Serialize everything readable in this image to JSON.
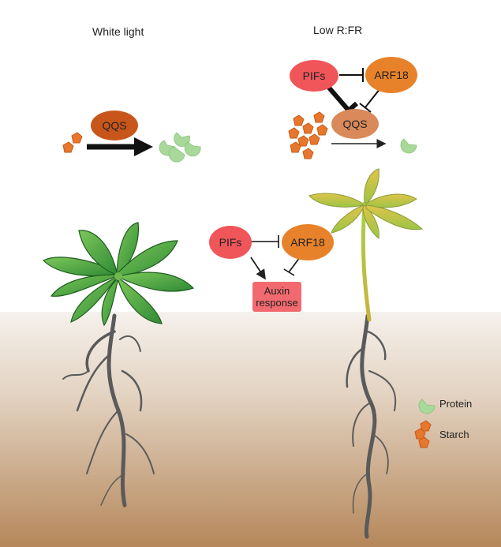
{
  "headers": {
    "left": "White light",
    "right": "Low R:FR"
  },
  "nodes": {
    "qqs_left": "QQS",
    "pifs_top": "PIFs",
    "arf18_top": "ARF18",
    "qqs_right": "QQS",
    "pifs_mid": "PIFs",
    "arf18_mid": "ARF18",
    "auxin_response": "Auxin\nresponse"
  },
  "legend": {
    "protein": "Protein",
    "starch": "Starch"
  },
  "colors": {
    "pifs": "#f0555a",
    "arf18": "#e8822a",
    "qqs_dark": "#c8561a",
    "qqs_light": "#d9895a",
    "auxin_box": "#f26a6f",
    "protein": "#a8d89a",
    "starch": "#e8772e",
    "leaf_green": "#3f9e3a",
    "soil_top": "#f3efe9",
    "soil_bottom": "#b88a5c"
  }
}
